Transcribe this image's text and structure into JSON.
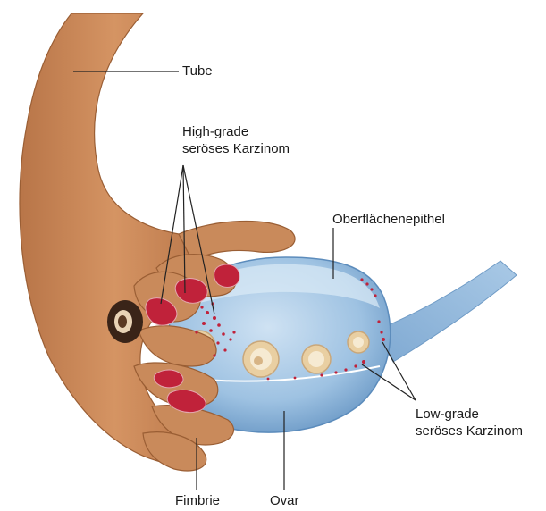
{
  "labels": {
    "tube": "Tube",
    "high_grade": {
      "line1": "High-grade",
      "line2": "seröses Karzinom"
    },
    "surface_epithelium": "Oberflächenepithel",
    "low_grade": {
      "line1": "Low-grade",
      "line2": "seröses Karzinom"
    },
    "fimbria": "Fimbrie",
    "ovary": "Ovar"
  },
  "colors": {
    "tube": "#c8885a",
    "tube_shade": "#a86a3e",
    "ovary": "#8fb7d9",
    "ovary_light": "#bfd8ee",
    "ovary_dark": "#5f8fbf",
    "carcinoma": "#c0223a",
    "carcinoma_light": "#e4a8b0",
    "follicle_outer": "#e9cfa2",
    "follicle_inner": "#f6ead2",
    "leader_line": "#222222"
  }
}
